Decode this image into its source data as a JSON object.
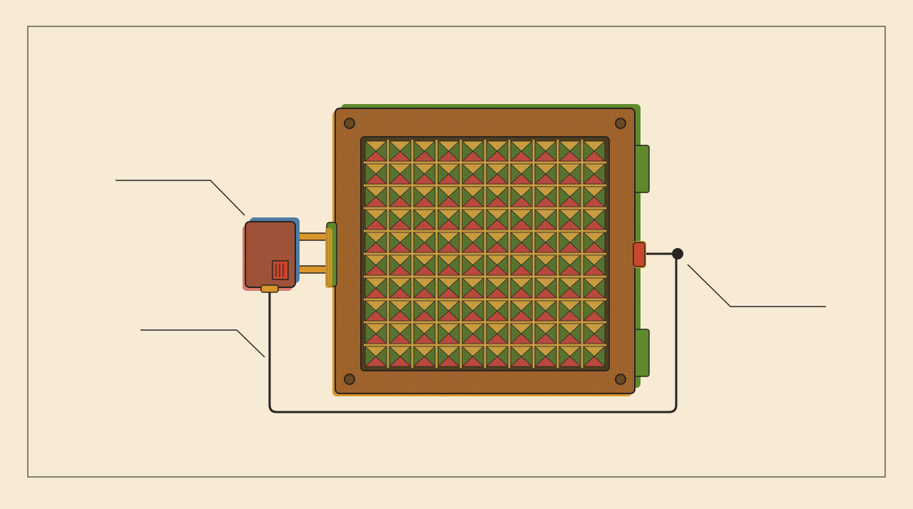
{
  "colors": {
    "background": "#f7ebd6",
    "frame": "#3a3530",
    "line": "#2a2420",
    "panel_fill": "#a3662d",
    "panel_inner": "#6a4a1e",
    "panel_back_green": "#5e8a2c",
    "panel_offset_orange": "#d9962b",
    "module_fill": "#a4553a",
    "module_offset_blue": "#4f7ca3",
    "module_offset_pink": "#d97a6a",
    "connector_red": "#c9472c",
    "cell_ridge": "#c79a3c",
    "cell_red": "#b8463a",
    "cell_green": "#55702c"
  },
  "diagram": {
    "grid": {
      "rows": 10,
      "cols": 10
    },
    "callouts": [
      {
        "name": "callout-module-top"
      },
      {
        "name": "callout-module-bottom"
      },
      {
        "name": "callout-connector-right"
      }
    ]
  },
  "icons": [
    "solar-panel-icon",
    "junction-box-icon",
    "connector-terminal-icon"
  ]
}
